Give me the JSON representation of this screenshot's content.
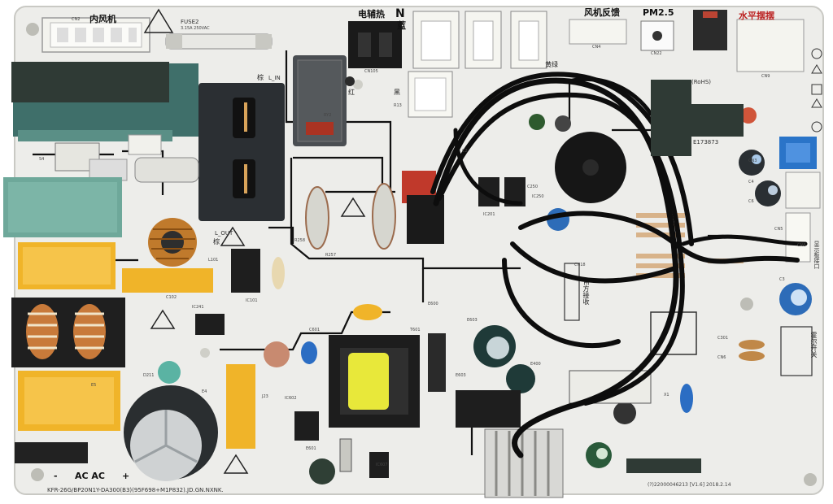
{
  "image": {
    "board_model": "KFR-26G/BP20N1Y-DA300(B3)(95F698+M1P832).JD.GN.NXNK.",
    "board_code": "(?)22000046213 [V1.6] 2018.2.14",
    "labels": {
      "inner_fan": "内风机",
      "electric_heat": "电辅热",
      "heat_n": "N",
      "heat_blue": "蓝",
      "fan_feedback": "风机反馈",
      "pm25": "PM2.5",
      "horizontal_swing": "水平摆摆",
      "fuse": "FUSE2",
      "fuse_rating": "3.15A 250VAC",
      "l_in": "L_IN",
      "brown_top": "棕",
      "red": "红",
      "black": "黑",
      "yellow_green": "黄绿",
      "rohs": "(RoHS)",
      "e173873": "E173873",
      "l_out": "L_OUT",
      "brown_bottom": "棕",
      "display_panel": "显示板接口",
      "hall_switch": "霍尔开关",
      "e_square": "E方接收",
      "ac_terminals": "AC AC",
      "minus": "-",
      "plus": "+"
    },
    "refs": {
      "cn2": "CN2",
      "cn105": "CN105",
      "cn4": "CN4",
      "cn22": "CN22",
      "cn9": "CN9",
      "ry2": "RY2",
      "r13": "R13",
      "ry1": "RY1",
      "c2": "C2",
      "s4": "S4",
      "l101": "L101",
      "c102": "C102",
      "ic201": "IC201",
      "ic250": "IC250",
      "c250": "C250",
      "ic241": "IC241",
      "ic101": "IC101",
      "c601": "C601",
      "ic602": "IC602",
      "e601": "E601",
      "e603": "E603",
      "ic607": "IC607",
      "t601": "T601",
      "e600": "E600",
      "e4": "E4",
      "j23": "J23",
      "e5": "E5",
      "cn18": "CN18",
      "cn6": "CN6",
      "cn8": "CN8",
      "cn3": "CN3",
      "e400": "E400",
      "c4": "C4",
      "c6": "C6",
      "c3": "C3",
      "c301": "C301",
      "r257": "R257",
      "r258": "R258",
      "x1": "X1",
      "e603b": "E603",
      "cn5": "CN5",
      "d211": "D211"
    },
    "colors": {
      "pcb": "#ededea",
      "trace": "#111111",
      "relay_body": "#3a3f42",
      "yellow_cap": "#f0b429",
      "green_block": "#5a8f86",
      "copper": "#c07a2c",
      "cable": "#0d0d0d",
      "redaction": "#2f3a35"
    }
  }
}
